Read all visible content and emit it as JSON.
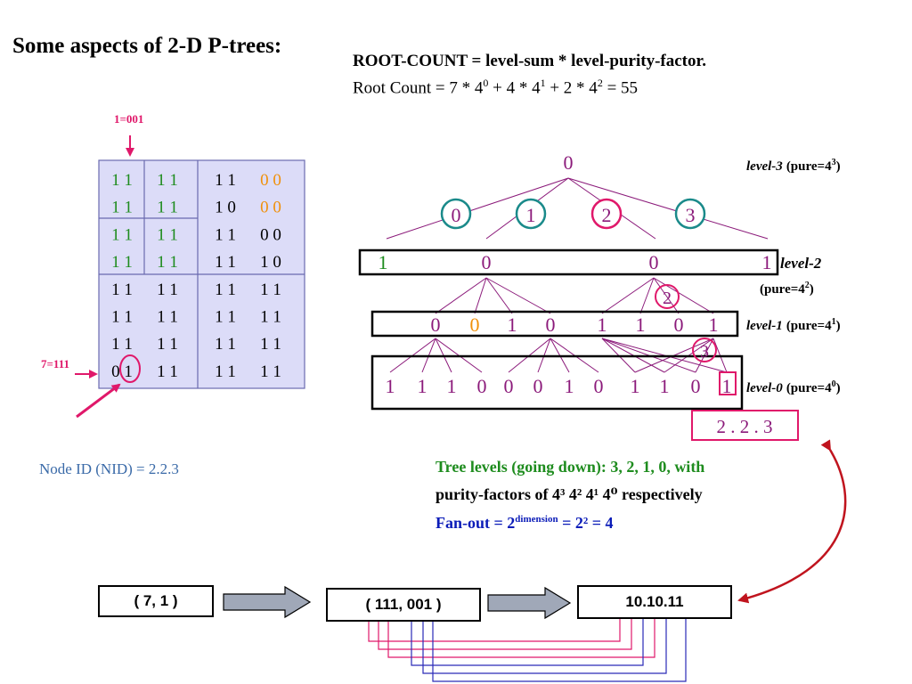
{
  "title": "Some aspects of 2-D P-trees:",
  "formula": {
    "line1": "ROOT-COUNT = level-sum * level-purity-factor.",
    "line2_prefix": "Root Count  =  7 * 4",
    "exp_a": "0",
    "mid1": "  +  4 * 4",
    "exp_b": "1",
    "mid2": "  +  2 * 4",
    "exp_c": "2",
    "line2_suffix": "  =  55"
  },
  "grid": {
    "top_label": "1=001",
    "left_label": "7=111",
    "rows": [
      [
        [
          "1 1",
          "1 1"
        ],
        [
          "1 1",
          "0 0"
        ]
      ],
      [
        [
          "1 1",
          "1 1"
        ],
        [
          "1 0",
          "0 0"
        ]
      ],
      [
        [
          "1 1",
          "1 1"
        ],
        [
          "1 1",
          "0 0"
        ]
      ],
      [
        [
          "1 1",
          "1 1"
        ],
        [
          "1 1",
          "1 0"
        ]
      ],
      [
        [
          "1 1",
          "1 1"
        ],
        [
          "1 1",
          "1 1"
        ]
      ],
      [
        [
          "1 1",
          "1 1"
        ],
        [
          "1 1",
          "1 1"
        ]
      ],
      [
        [
          "1 1",
          "1 1"
        ],
        [
          "1 1",
          "1 1"
        ]
      ],
      [
        [
          "0 1",
          "1 1"
        ],
        [
          "1 1",
          "1 1"
        ]
      ]
    ],
    "colors": {
      "green": "#1e8c1e",
      "orange": "#f0900a",
      "black": "#000000"
    }
  },
  "tree": {
    "root": "0",
    "level3_children": [
      "0",
      "1",
      "2",
      "3"
    ],
    "level2_values": [
      "1",
      "0",
      "0",
      "1"
    ],
    "level1_values": [
      "0",
      "0",
      "1",
      "0",
      "1",
      "1",
      "0",
      "1"
    ],
    "level0_values": [
      "1",
      "1",
      "1",
      "0",
      "0",
      "0",
      "1",
      "0",
      "1",
      "1",
      "0",
      "1"
    ],
    "circle_2": "2",
    "circle_3": "3",
    "nid_box": "2 . 2 . 3",
    "labels": {
      "level3": "level-3",
      "level3_pure": "(pure=4",
      "level3_exp": "3",
      "level2": "level-2",
      "level2_pure": "(pure=4",
      "level2_exp": "2",
      "level1": "level-1",
      "level1_pure": "(pure=4",
      "level1_exp": "1",
      "level0": "level-0",
      "level0_pure": "(pure=4",
      "level0_exp": "0",
      "close": ")"
    },
    "colors": {
      "purple": "#8b1a7a",
      "teal": "#1a8a8a",
      "pink": "#e0186a",
      "green": "#1e8c1e",
      "orange": "#f0900a"
    }
  },
  "nid_text": "Node ID (NID)  =   2.2.3",
  "tree_levels": {
    "line1": "Tree levels (going down): 3, 2, 1, 0, with",
    "line2": "purity-factors of 4³  4²  4¹  4⁰  respectively",
    "line3_a": "Fan-out = 2",
    "line3_sup": "dimension",
    "line3_b": " = 2² = 4"
  },
  "conversion": {
    "box1": "( 7, 1 )",
    "box2": "( 111, 001 )",
    "box3": "10.10.11"
  }
}
